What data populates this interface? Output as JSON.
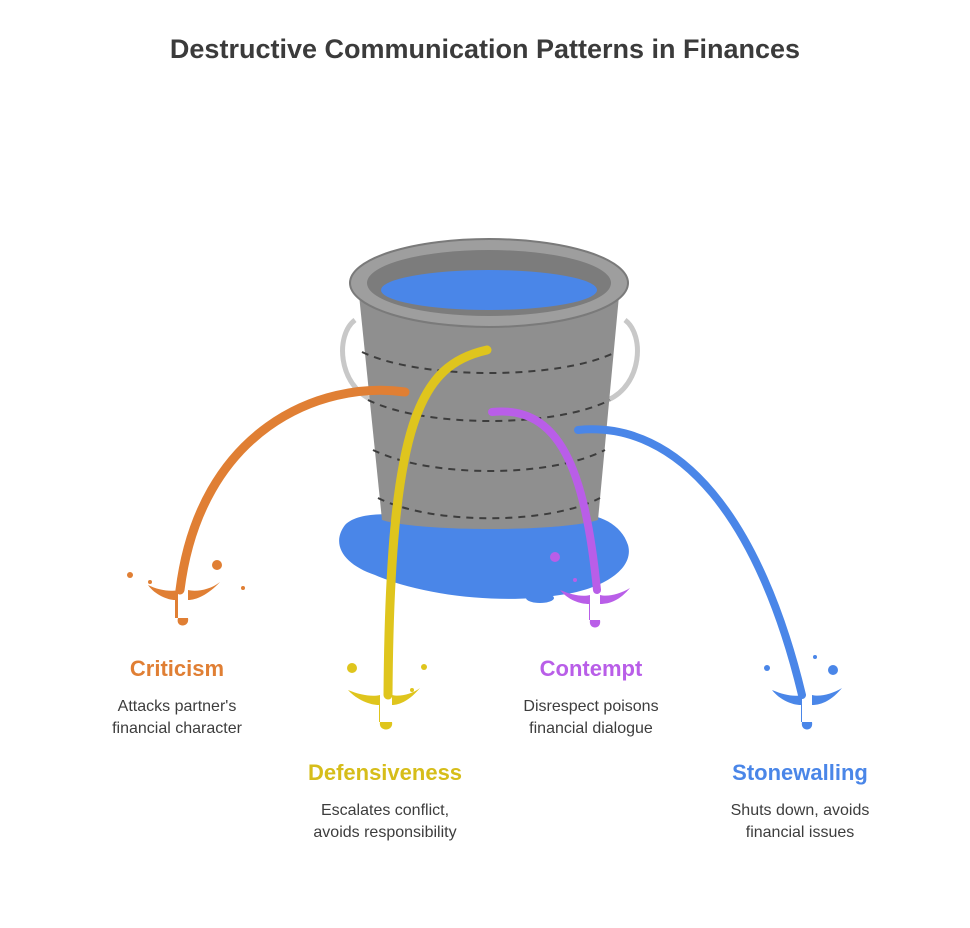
{
  "title": "Destructive Communication Patterns in Finances",
  "colors": {
    "bucket": "#8a8a8a",
    "bucket_rim": "#9a9a9a",
    "water": "#4a86e8",
    "criticism": "#e07f34",
    "defensiveness": "#dfc51d",
    "contempt": "#b95ee8",
    "stonewalling": "#4a86e8"
  },
  "items": [
    {
      "key": "criticism",
      "title": "Criticism",
      "description": [
        "Attacks partner's",
        "financial character"
      ]
    },
    {
      "key": "defensiveness",
      "title": "Defensiveness",
      "description": [
        "Escalates conflict,",
        "avoids responsibility"
      ]
    },
    {
      "key": "contempt",
      "title": "Contempt",
      "description": [
        "Disrespect poisons",
        "financial dialogue"
      ]
    },
    {
      "key": "stonewalling",
      "title": "Stonewalling",
      "description": [
        "Shuts down, avoids",
        "financial issues"
      ]
    }
  ]
}
